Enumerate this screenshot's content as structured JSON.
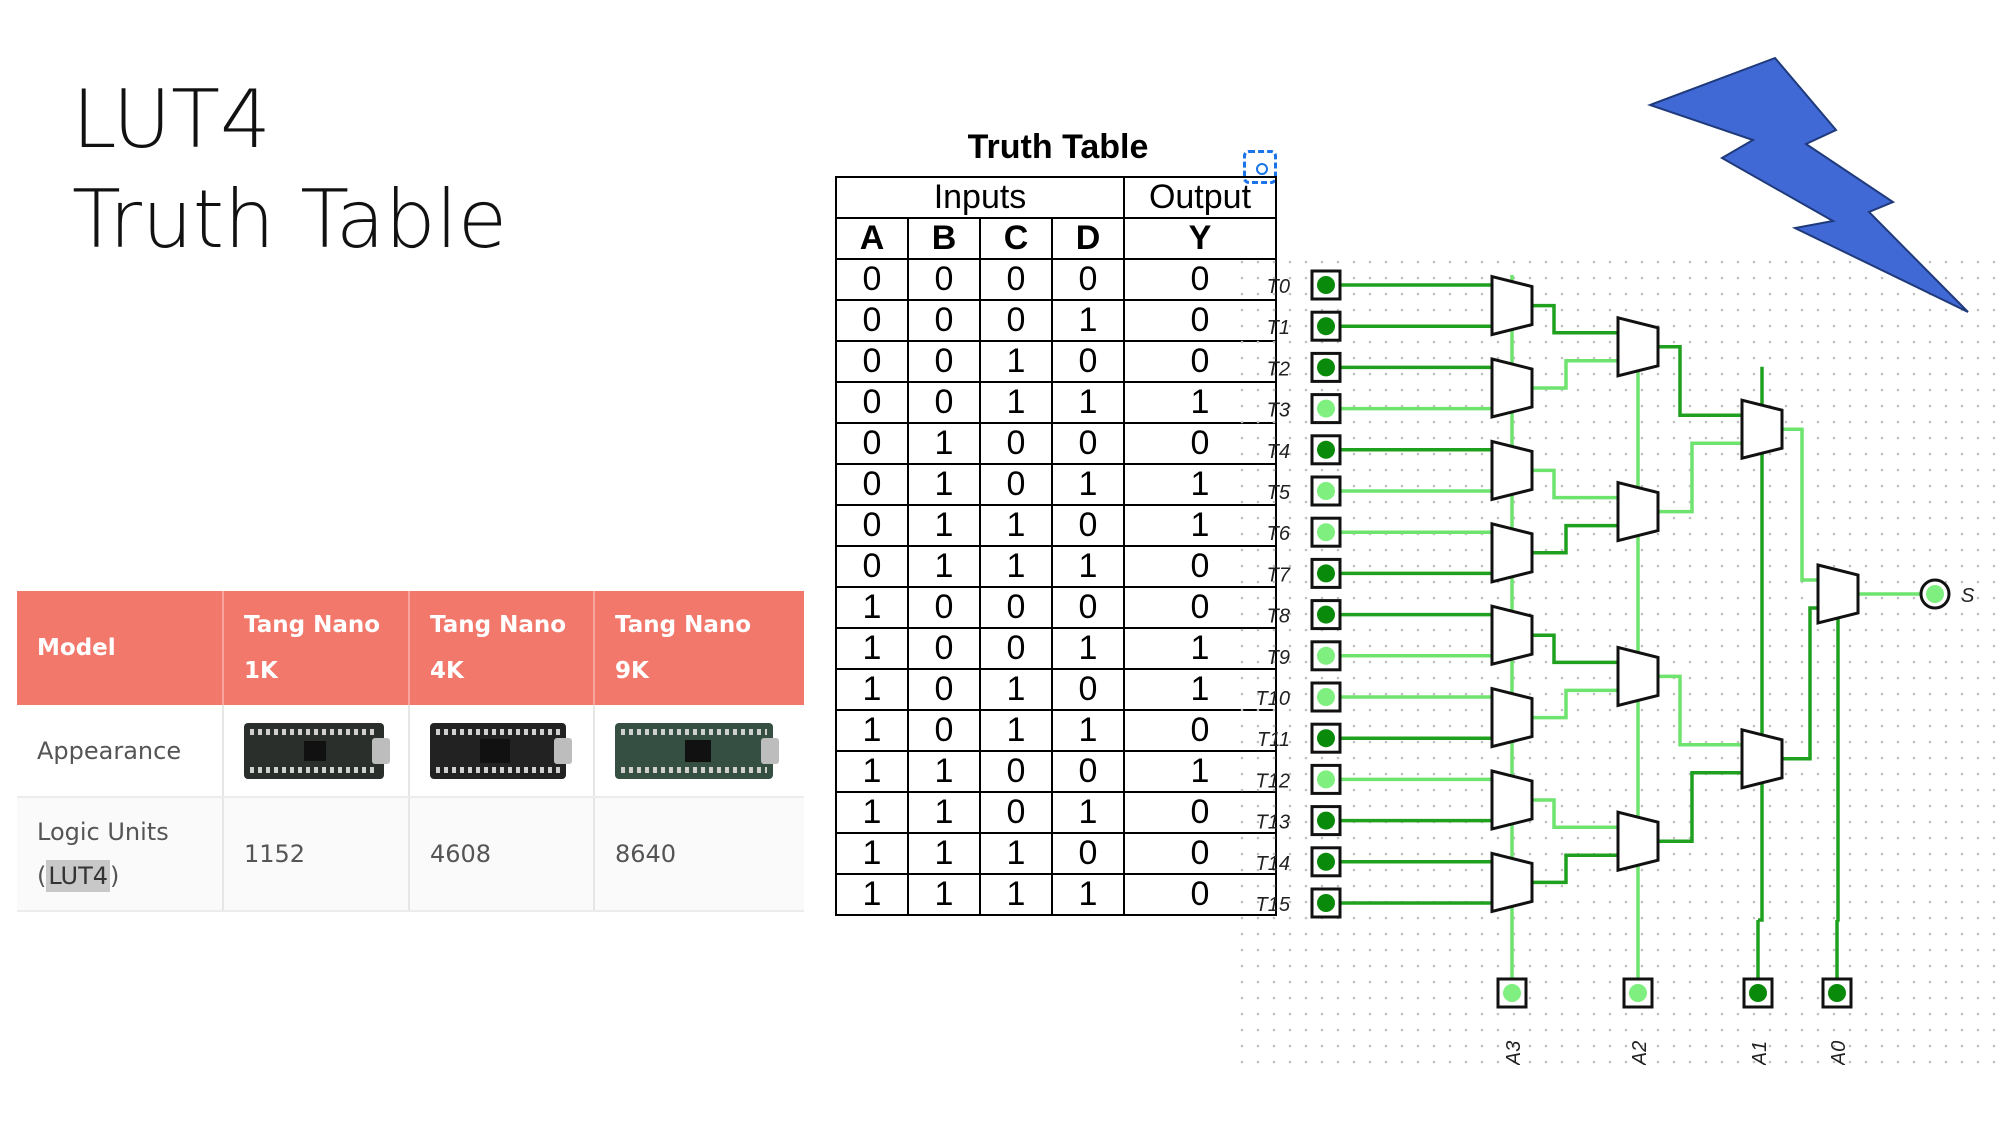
{
  "title": {
    "line1": "LUT4",
    "line2": "Truth Table"
  },
  "nano_table": {
    "headers": {
      "model": "Model",
      "c1": "Tang Nano 1K",
      "c2": "Tang Nano 4K",
      "c3": "Tang Nano 9K"
    },
    "rows": {
      "appearance_label": "Appearance",
      "logic_label_prefix": "Logic Units",
      "logic_label_open": "(",
      "logic_label_hl": "LUT4",
      "logic_label_close": ")",
      "logic_units": [
        "1152",
        "4608",
        "8640"
      ]
    }
  },
  "truth_table": {
    "title": "Truth Table",
    "group_inputs": "Inputs",
    "group_output": "Output",
    "columns": [
      "A",
      "B",
      "C",
      "D",
      "Y"
    ],
    "rows": [
      [
        "0",
        "0",
        "0",
        "0",
        "0"
      ],
      [
        "0",
        "0",
        "0",
        "1",
        "0"
      ],
      [
        "0",
        "0",
        "1",
        "0",
        "0"
      ],
      [
        "0",
        "0",
        "1",
        "1",
        "1"
      ],
      [
        "0",
        "1",
        "0",
        "0",
        "0"
      ],
      [
        "0",
        "1",
        "0",
        "1",
        "1"
      ],
      [
        "0",
        "1",
        "1",
        "0",
        "1"
      ],
      [
        "0",
        "1",
        "1",
        "1",
        "0"
      ],
      [
        "1",
        "0",
        "0",
        "0",
        "0"
      ],
      [
        "1",
        "0",
        "0",
        "1",
        "1"
      ],
      [
        "1",
        "0",
        "1",
        "0",
        "1"
      ],
      [
        "1",
        "0",
        "1",
        "1",
        "0"
      ],
      [
        "1",
        "1",
        "0",
        "0",
        "1"
      ],
      [
        "1",
        "1",
        "0",
        "1",
        "0"
      ],
      [
        "1",
        "1",
        "1",
        "0",
        "0"
      ],
      [
        "1",
        "1",
        "1",
        "1",
        "0"
      ]
    ]
  },
  "circuit": {
    "input_labels": [
      "T0",
      "T1",
      "T2",
      "T3",
      "T4",
      "T5",
      "T6",
      "T7",
      "T8",
      "T9",
      "T10",
      "T11",
      "T12",
      "T13",
      "T14",
      "T15"
    ],
    "input_values": [
      1,
      1,
      1,
      0,
      1,
      0,
      0,
      1,
      1,
      0,
      0,
      1,
      0,
      1,
      1,
      1
    ],
    "select_labels": [
      "A3",
      "A2",
      "A1",
      "A0"
    ],
    "select_values": [
      0,
      0,
      1,
      1
    ],
    "output_label": "S",
    "output_value": 0,
    "colors": {
      "wire_on": "#1fa01f",
      "wire_off": "#6ee36e",
      "pin_on": "#0a8a0a",
      "pin_off": "#7ff07f",
      "grid": "#c0c0c0"
    }
  },
  "decor": {
    "lightning_color": "#4169d6",
    "icons": [
      "lightning-bolt-icon",
      "screen-capture-icon"
    ]
  }
}
